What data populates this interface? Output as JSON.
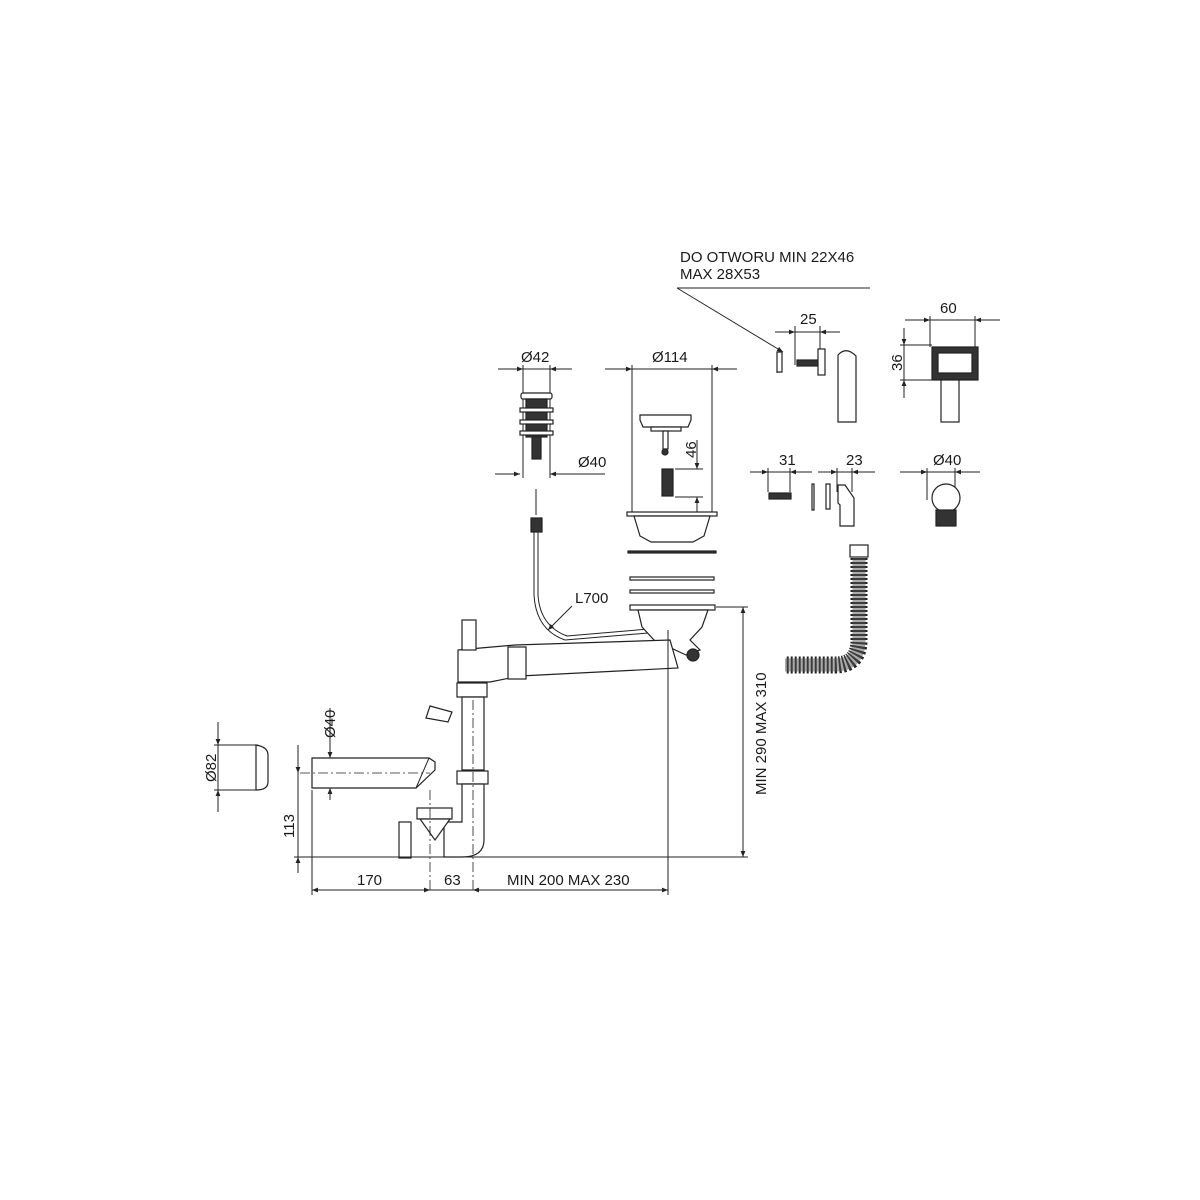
{
  "title": "Sink drain siphon technical drawing",
  "labels": {
    "hole_note_line1": "DO OTWORU MIN 22X46",
    "hole_note_line2": "MAX 28X53",
    "dim_25": "25",
    "dim_60": "60",
    "dim_36": "36",
    "dim_d42": "Ø42",
    "dim_d114": "Ø114",
    "dim_d40_plug": "Ø40",
    "dim_46": "46",
    "dim_31": "31",
    "dim_23": "23",
    "dim_d40_overflow": "Ø40",
    "dim_l700": "L700",
    "dim_height": "MIN 290 MAX 310",
    "dim_d40_pipe": "Ø40",
    "dim_d82": "Ø82",
    "dim_113": "113",
    "dim_170": "170",
    "dim_63": "63",
    "dim_width": "MIN 200 MAX 230"
  }
}
